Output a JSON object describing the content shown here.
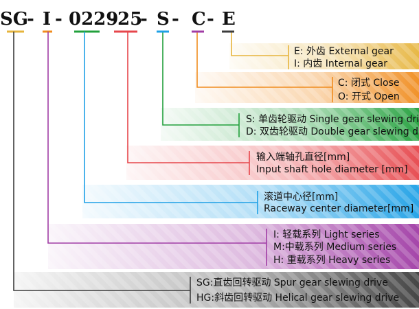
{
  "model_code": {
    "segments": [
      "SG",
      "-",
      "I",
      "-",
      "0229",
      "-",
      "25",
      "-",
      "S",
      "-",
      "C",
      "-",
      "E"
    ]
  },
  "bands": [
    {
      "id": "gear-type",
      "color": "#e6b43c",
      "lines": [
        "E: 外齿  External gear",
        "I:  内齿  Internal gear"
      ]
    },
    {
      "id": "enclosure",
      "color": "#f08c1e",
      "lines": [
        "C: 闭式 Close",
        "O: 开式 Open"
      ]
    },
    {
      "id": "drive-count",
      "color": "#22a03c",
      "lines": [
        "S:  单齿轮驱动  Single gear slewing drive",
        "D:  双齿轮驱动  Double gear slewing drive"
      ]
    },
    {
      "id": "shaft-diameter",
      "color": "#e6464b",
      "lines": [
        "输入端轴孔直径[mm]",
        "Input shaft hole diameter [mm]"
      ]
    },
    {
      "id": "raceway-diameter",
      "color": "#1ea0e6",
      "lines": [
        "滚道中心径[mm]",
        "Raceway center diameter[mm]"
      ]
    },
    {
      "id": "series",
      "color": "#a03ca5",
      "lines": [
        "I:   轻载系列   Light series",
        "M:中载系列   Medium series",
        "H: 重载系列   Heavy series"
      ]
    },
    {
      "id": "drive-type",
      "color": "#3c3c3c",
      "lines": [
        "SG:直齿回转驱动   Spur gear slewing drive",
        "HG:斜齿回转驱动   Helical gear slewing drive"
      ]
    }
  ]
}
